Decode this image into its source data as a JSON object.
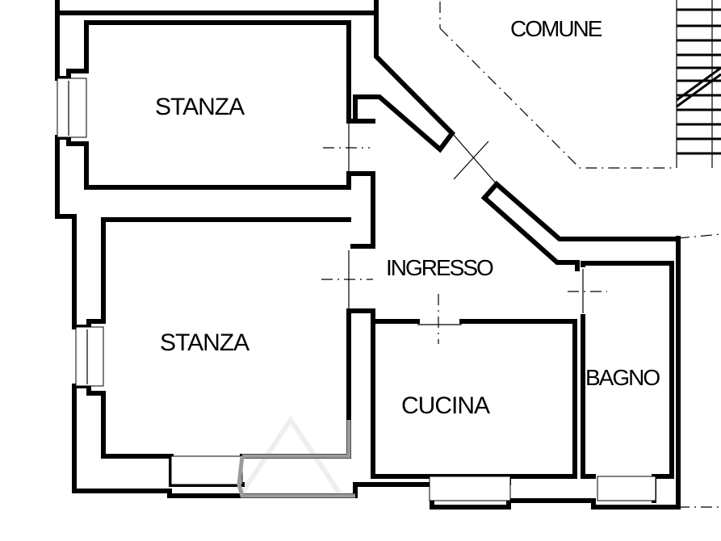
{
  "plan": {
    "rooms": [
      {
        "id": "stanza-1",
        "label": "STANZA"
      },
      {
        "id": "stanza-2",
        "label": "STANZA"
      },
      {
        "id": "ingresso",
        "label": "INGRESSO"
      },
      {
        "id": "cucina",
        "label": "CUCINA"
      },
      {
        "id": "bagno",
        "label": "BAGNO"
      },
      {
        "id": "comune",
        "label": "COMUNE"
      }
    ],
    "colors": {
      "wall": "#000000",
      "background": "#ffffff",
      "faded_wall": "#9a9a9a"
    }
  }
}
